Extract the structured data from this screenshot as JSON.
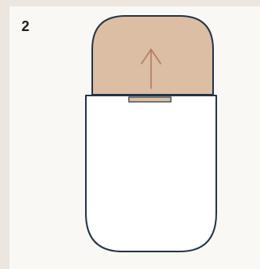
{
  "step": {
    "number": "2"
  },
  "illustration": {
    "subject": "pouch-with-sliding-insert",
    "direction": "up",
    "colors": {
      "background": "#ece6de",
      "panel": "#faf8f4",
      "insert_fill": "#dbbea3",
      "tab_fill": "#dbbea3",
      "arrow": "#b47c5e",
      "outline": "#243447",
      "body_fill": "#ffffff"
    },
    "icons": [
      "arrow-up-icon"
    ]
  }
}
